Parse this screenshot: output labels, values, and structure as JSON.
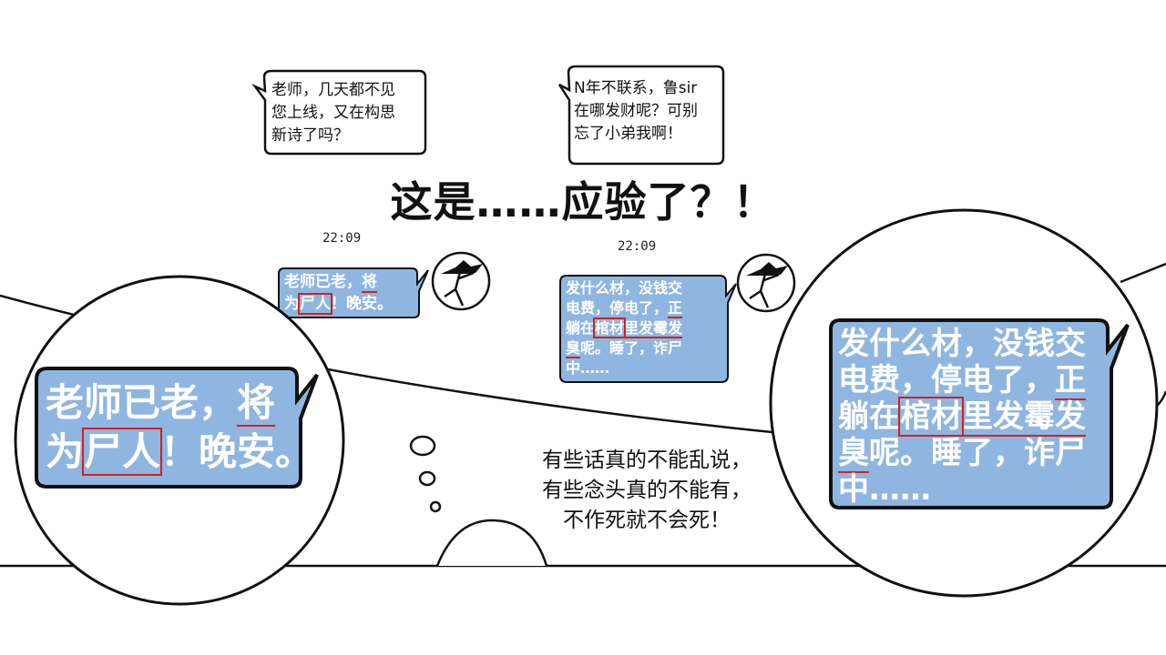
{
  "bubble_left": {
    "text": "老师，几天都不见\n您上线，又在构思\n新诗了吗？"
  },
  "bubble_right": {
    "text": "N年不联系，鲁sir\n在哪发财呢？可别\n忘了小弟我啊！"
  },
  "headline": "这是……应验了？！",
  "chat_left": {
    "time": "22:09",
    "lines": [
      [
        {
          "t": "老师已老，"
        },
        {
          "t": "将",
          "s": "under"
        }
      ],
      [
        {
          "t": "为"
        },
        {
          "t": "尸人",
          "s": "boxed"
        },
        {
          "t": "！晚安。"
        }
      ]
    ]
  },
  "chat_right": {
    "time": "22:09",
    "lines": [
      [
        {
          "t": "发什么材，没钱交"
        }
      ],
      [
        {
          "t": "电费，停电了，"
        },
        {
          "t": "正",
          "s": "under"
        }
      ],
      [
        {
          "t": "躺在"
        },
        {
          "t": "棺材",
          "s": "boxed"
        },
        {
          "t": "里发霉发",
          "s": "under"
        }
      ],
      [
        {
          "t": "臭",
          "s": "under"
        },
        {
          "t": "呢。睡了，诈尸"
        }
      ],
      [
        {
          "t": "中……"
        }
      ]
    ]
  },
  "moral": {
    "line1": "有些话真的不能乱说，",
    "line2": "有些念头真的不能有，",
    "line3": "不作死就不会死！"
  },
  "colors": {
    "chat_bubble": "#8fb6e0",
    "highlight": "#d42020",
    "ink": "#111111"
  },
  "icons": {
    "avatar": "ink-figure-avatar-icon"
  }
}
